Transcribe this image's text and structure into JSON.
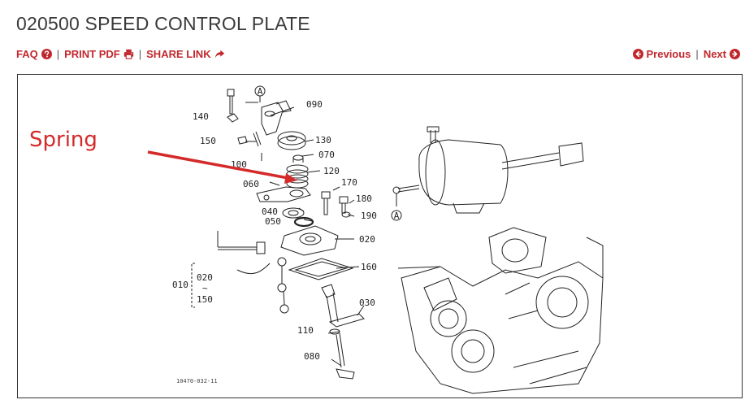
{
  "page": {
    "title": "020500 SPEED CONTROL PLATE"
  },
  "nav": {
    "faq": "FAQ",
    "print_pdf": "PRINT PDF",
    "share_link": "SHARE LINK",
    "previous": "Previous",
    "next": "Next",
    "separator": "|"
  },
  "diagram": {
    "annotation": "Spring",
    "callout_letter": "A",
    "parts": [
      "140",
      "090",
      "150",
      "130",
      "100",
      "070",
      "120",
      "060",
      "170",
      "180",
      "040",
      "190",
      "050",
      "020",
      "160",
      "010",
      "020",
      "~",
      "150",
      "030",
      "110",
      "080"
    ],
    "figure_code": "10470-032-11"
  },
  "colors": {
    "accent": "#c0282d",
    "annotation": "#d42a2a"
  },
  "icons": {
    "faq": "question-circle-icon",
    "print": "printer-icon",
    "share": "share-arrow-icon",
    "previous": "arrow-left-circle-icon",
    "next": "arrow-right-circle-icon"
  }
}
